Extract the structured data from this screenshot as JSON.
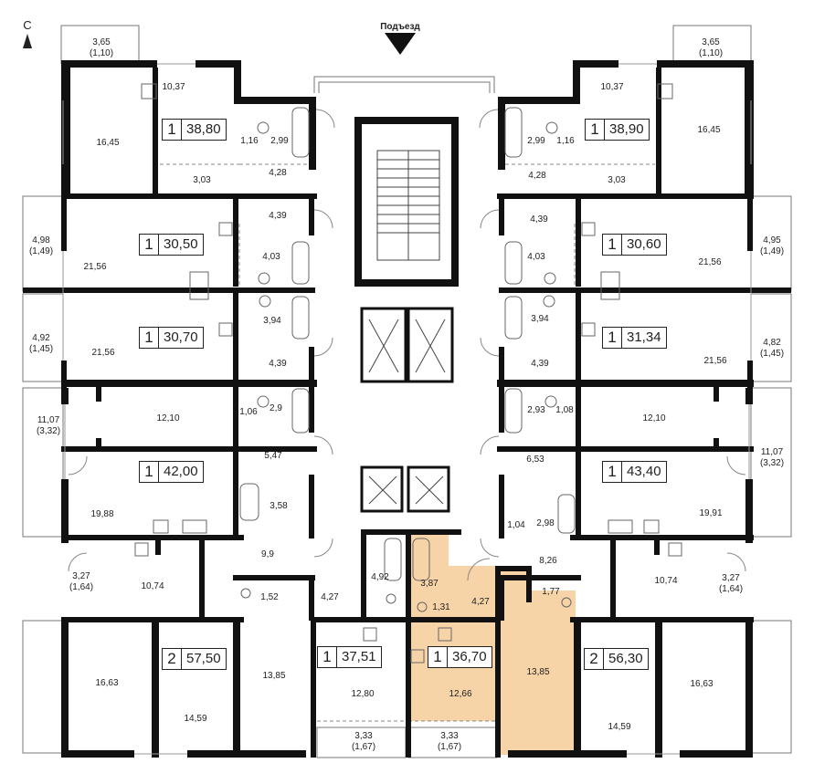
{
  "compass": {
    "label": "С"
  },
  "entrance": {
    "label": "Подъезд"
  },
  "colors": {
    "highlight": "#f7d3a8",
    "wall": "#111111"
  },
  "apartments": [
    {
      "rooms": "1",
      "total": "38,80"
    },
    {
      "rooms": "1",
      "total": "38,90"
    },
    {
      "rooms": "1",
      "total": "30,50"
    },
    {
      "rooms": "1",
      "total": "30,60"
    },
    {
      "rooms": "1",
      "total": "30,70"
    },
    {
      "rooms": "1",
      "total": "31,34"
    },
    {
      "rooms": "1",
      "total": "42,00"
    },
    {
      "rooms": "1",
      "total": "43,40"
    },
    {
      "rooms": "1",
      "total": "37,51"
    },
    {
      "rooms": "1",
      "total": "36,70",
      "highlighted": true
    },
    {
      "rooms": "2",
      "total": "57,50"
    },
    {
      "rooms": "2",
      "total": "56,30"
    }
  ],
  "room_areas": [
    {
      "value": "3,65",
      "coef": "(1,10)"
    },
    {
      "value": "3,65",
      "coef": "(1,10)"
    },
    {
      "value": "10,37"
    },
    {
      "value": "10,37"
    },
    {
      "value": "16,45"
    },
    {
      "value": "16,45"
    },
    {
      "value": "1,16"
    },
    {
      "value": "2,99"
    },
    {
      "value": "2,99"
    },
    {
      "value": "1,16"
    },
    {
      "value": "3,03"
    },
    {
      "value": "3,03"
    },
    {
      "value": "4,28"
    },
    {
      "value": "4,28"
    },
    {
      "value": "4,39"
    },
    {
      "value": "4,39"
    },
    {
      "value": "4,98",
      "coef": "(1,49)"
    },
    {
      "value": "4,95",
      "coef": "(1,49)"
    },
    {
      "value": "4,03"
    },
    {
      "value": "4,03"
    },
    {
      "value": "21,56"
    },
    {
      "value": "21,56"
    },
    {
      "value": "3,94"
    },
    {
      "value": "3,94"
    },
    {
      "value": "4,92",
      "coef": "(1,45)"
    },
    {
      "value": "4,82",
      "coef": "(1,45)"
    },
    {
      "value": "21,56"
    },
    {
      "value": "21,56"
    },
    {
      "value": "4,39"
    },
    {
      "value": "4,39"
    },
    {
      "value": "11,07",
      "coef": "(3,32)"
    },
    {
      "value": "11,07",
      "coef": "(3,32)"
    },
    {
      "value": "12,10"
    },
    {
      "value": "12,10"
    },
    {
      "value": "1,06"
    },
    {
      "value": "2,9"
    },
    {
      "value": "2,93"
    },
    {
      "value": "1,08"
    },
    {
      "value": "5,47"
    },
    {
      "value": "6,53"
    },
    {
      "value": "19,88"
    },
    {
      "value": "19,91"
    },
    {
      "value": "3,58"
    },
    {
      "value": "2,98"
    },
    {
      "value": "1,04"
    },
    {
      "value": "9,9"
    },
    {
      "value": "8,26"
    },
    {
      "value": "3,27",
      "coef": "(1,64)"
    },
    {
      "value": "3,27",
      "coef": "(1,64)"
    },
    {
      "value": "10,74"
    },
    {
      "value": "10,74"
    },
    {
      "value": "4,92"
    },
    {
      "value": "3,87"
    },
    {
      "value": "1,52"
    },
    {
      "value": "4,27"
    },
    {
      "value": "1,31"
    },
    {
      "value": "4,27"
    },
    {
      "value": "1,77"
    },
    {
      "value": "16,63"
    },
    {
      "value": "16,63"
    },
    {
      "value": "14,59"
    },
    {
      "value": "14,59"
    },
    {
      "value": "13,85"
    },
    {
      "value": "13,85"
    },
    {
      "value": "12,80"
    },
    {
      "value": "12,66"
    },
    {
      "value": "3,33",
      "coef": "(1,67)"
    },
    {
      "value": "3,33",
      "coef": "(1,67)"
    }
  ]
}
